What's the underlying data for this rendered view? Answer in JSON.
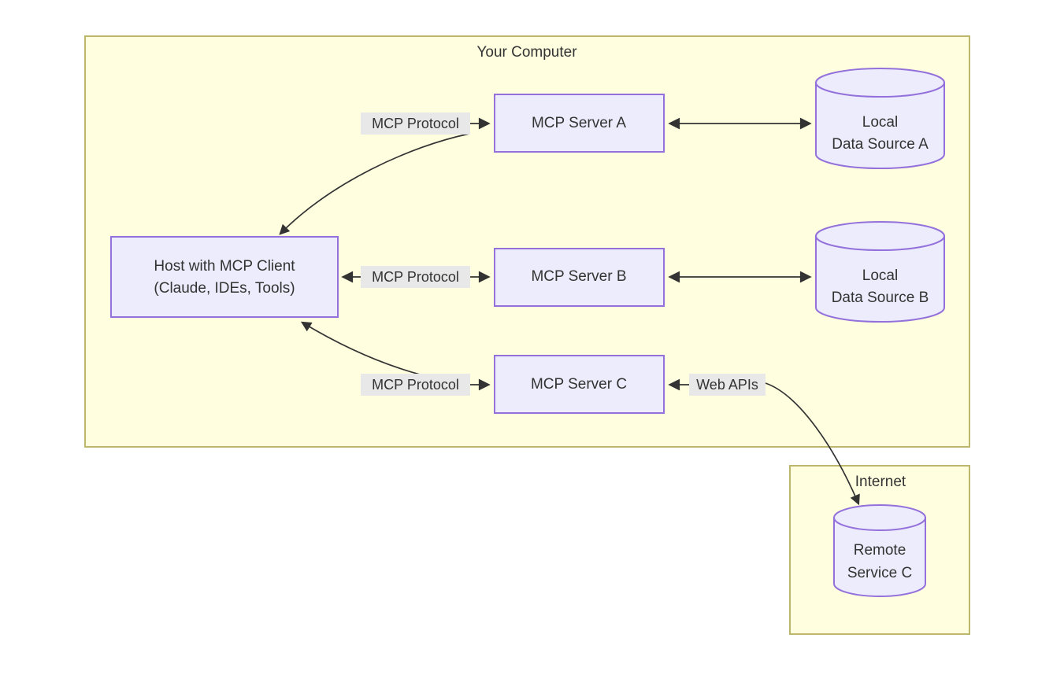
{
  "diagram": {
    "type": "architecture-flow-diagram",
    "colors": {
      "cluster_fill": "#ffffe0",
      "cluster_stroke": "#bdb76b",
      "node_fill": "#ececfc",
      "node_stroke": "#9370db",
      "edge_stroke": "#333333",
      "label_bg": "#e8e8e8",
      "text": "#333333"
    },
    "clusters": [
      {
        "id": "your-computer",
        "title": "Your Computer"
      },
      {
        "id": "internet",
        "title": "Internet"
      }
    ],
    "nodes": [
      {
        "id": "host",
        "shape": "rect",
        "line1": "Host with MCP Client",
        "line2": "(Claude, IDEs, Tools)"
      },
      {
        "id": "server-a",
        "shape": "rect",
        "line1": "MCP Server A"
      },
      {
        "id": "server-b",
        "shape": "rect",
        "line1": "MCP Server B"
      },
      {
        "id": "server-c",
        "shape": "rect",
        "line1": "MCP Server C"
      },
      {
        "id": "data-source-a",
        "shape": "cylinder",
        "line1": "Local",
        "line2": "Data Source A"
      },
      {
        "id": "data-source-b",
        "shape": "cylinder",
        "line1": "Local",
        "line2": "Data Source B"
      },
      {
        "id": "remote-service-c",
        "shape": "cylinder",
        "line1": "Remote",
        "line2": "Service C"
      }
    ],
    "edges": [
      {
        "id": "host-server-a",
        "label": "MCP Protocol",
        "from": "host",
        "to": "server-a"
      },
      {
        "id": "host-server-b",
        "label": "MCP Protocol",
        "from": "host",
        "to": "server-b"
      },
      {
        "id": "host-server-c",
        "label": "MCP Protocol",
        "from": "host",
        "to": "server-c"
      },
      {
        "id": "server-c-remote",
        "label": "Web APIs",
        "from": "server-c",
        "to": "remote-service-c"
      },
      {
        "id": "server-a-data-a",
        "label": "",
        "from": "server-a",
        "to": "data-source-a"
      },
      {
        "id": "server-b-data-b",
        "label": "",
        "from": "server-b",
        "to": "data-source-b"
      }
    ]
  }
}
